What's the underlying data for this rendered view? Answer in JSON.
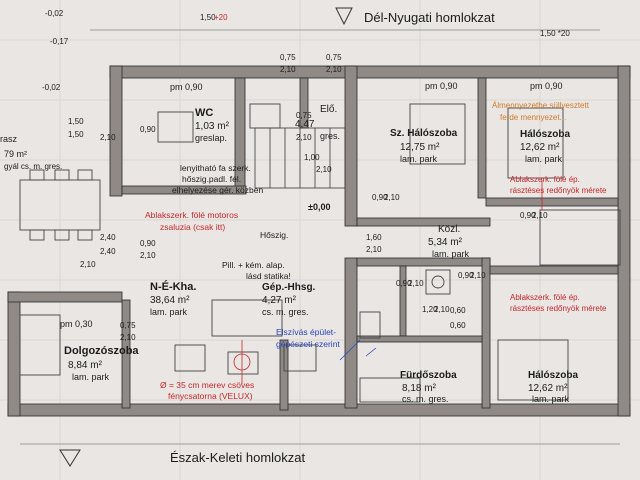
{
  "titles": {
    "top": "Dél-Nyugati homlokzat",
    "bottom": "Észak-Keleti homlokzat"
  },
  "rooms": {
    "wc": {
      "name": "WC",
      "area": "1,03 m²",
      "floor": "greslap.",
      "level": "pm 0,90"
    },
    "eloter": {
      "name": "Elő.",
      "area": "4,47",
      "floor": "gres.",
      "h1": "0,75",
      "h2": "2,10"
    },
    "hall": {
      "name": "Sz. Hálószoba",
      "area": "12,75 m²",
      "floor": "lam. park",
      "level": "pm 0,90"
    },
    "bed_nw": {
      "name": "Hálószoba",
      "area": "12,62 m²",
      "floor": "lam. park",
      "level": "pm 0,90"
    },
    "kozl": {
      "name": "Közl.",
      "area": "5,34 m²",
      "floor": "lam. park"
    },
    "nek": {
      "name": "N-É-Kha.",
      "area": "38,64 m²",
      "floor": "lam. park"
    },
    "gep": {
      "name": "Gép.-Hhsg.",
      "area": "4,27 m²",
      "floor": "cs. m. gres."
    },
    "dolg": {
      "name": "Dolgozószoba",
      "area": "8,84 m²",
      "floor": "lam. park",
      "level": "pm 0,30"
    },
    "furd": {
      "name": "Fürdőszoba",
      "area": "8,18 m²",
      "floor": "cs. m. gres."
    },
    "bed_se": {
      "name": "Hálószoba",
      "area": "12,62 m²",
      "floor": "lam. park"
    },
    "terasz": {
      "name": "rasz",
      "area": "79 m²",
      "floor": "gyál cs. m. gres."
    }
  },
  "notes": {
    "stair1": "lenyitható fa szerk.",
    "stair2": "hőszig.padl. fél.",
    "stair3": "elhelyezése gér. közben",
    "red1": "Ablakszerk. fölé motoros",
    "red2": "zsaluzia (csak itt)",
    "red3a": "Ablakszerk. fölé ép.",
    "red3b": "rásztéses redőnyök mérete",
    "red4a": "Ablakszerk. fölé ép.",
    "red4b": "rásztéses redőnyök mérete",
    "red5a": "Ø = 35 cm merev csöves",
    "red5b": "fénycsatorna (VELUX)",
    "orange1": "Álmennyezetbe süllyesztett",
    "orange2": "ferde mennyezet...",
    "pill1": "Pill. + kém. alap.",
    "pill2": "lásd statika!",
    "hoszig": "Hőszig.",
    "blue1": "Elszívás épület-",
    "blue2": "gépészeti szerint",
    "zero": "±0,00"
  },
  "dims": {
    "d1": "-0,02",
    "d2": "-0,17",
    "d3": "-0,02",
    "d4": "1,50",
    "d5": "1,50",
    "d6": "2,10",
    "d7": "2,40",
    "d8": "2,40",
    "d9": "2,10",
    "d10": "0,75",
    "d11": "2,10",
    "d12": "0,90",
    "d13": "1,60",
    "d14": "2,10",
    "d15": "0,90",
    "d16": "2,10",
    "d17": "0,60",
    "d18": "0,60",
    "d19": "0,90",
    "d20": "2,10",
    "d21": "0,90",
    "d22": "2,10",
    "d23": "1,50",
    "d24": "+20",
    "d25": "0,75",
    "d26": "2,10",
    "d27": "1,50 *20",
    "d28": "0,75",
    "d29": "2,10",
    "d30": "1,00",
    "d31": "2,10",
    "d32": "0,90",
    "d33": "2,10",
    "d34": "1,20",
    "d35": "2,10",
    "d36": "0,90",
    "d37": "2,10"
  }
}
